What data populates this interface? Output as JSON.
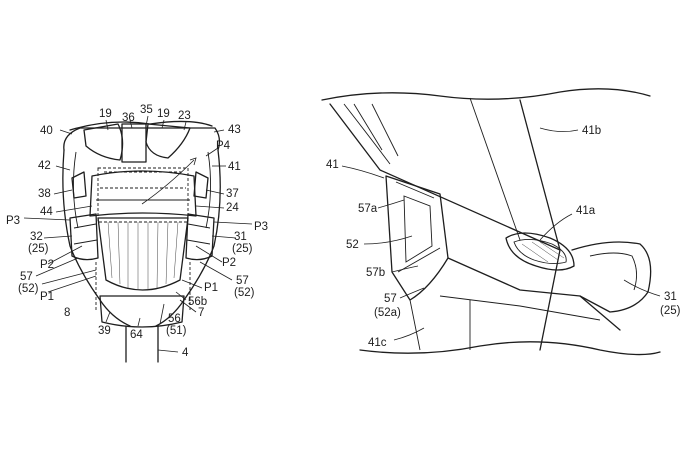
{
  "colors": {
    "ink": "#1e1e1e",
    "paper": "#ffffff"
  },
  "left_figure": {
    "labels": {
      "l19a": "19",
      "l36": "36",
      "l35": "35",
      "l19b": "19",
      "l23": "23",
      "l40": "40",
      "l43": "43",
      "lP4": "P4",
      "l42": "42",
      "l41": "41",
      "l38": "38",
      "l37": "37",
      "l44": "44",
      "l24": "24",
      "lP3a": "P3",
      "lP3b": "P3",
      "l32": "32",
      "l25a": "(25)",
      "l31": "31",
      "l25b": "(25)",
      "lP2a": "P2",
      "lP2b": "P2",
      "l57a": "57",
      "l52a": "(52)",
      "l57b": "57",
      "l52b": "(52)",
      "lP1a": "P1",
      "lP1b": "P1",
      "l56b": "56b",
      "l8": "8",
      "l7": "7",
      "l56": "56",
      "l51": "(51)",
      "l39": "39",
      "l64": "64",
      "l4": "4"
    }
  },
  "right_figure": {
    "labels": {
      "r41b": "41b",
      "r41": "41",
      "r57a": "57a",
      "r41a": "41a",
      "r52": "52",
      "r57b": "57b",
      "r57": "57",
      "r52a": "(52a)",
      "r31": "31",
      "r25": "(25)",
      "r41c": "41c"
    }
  }
}
